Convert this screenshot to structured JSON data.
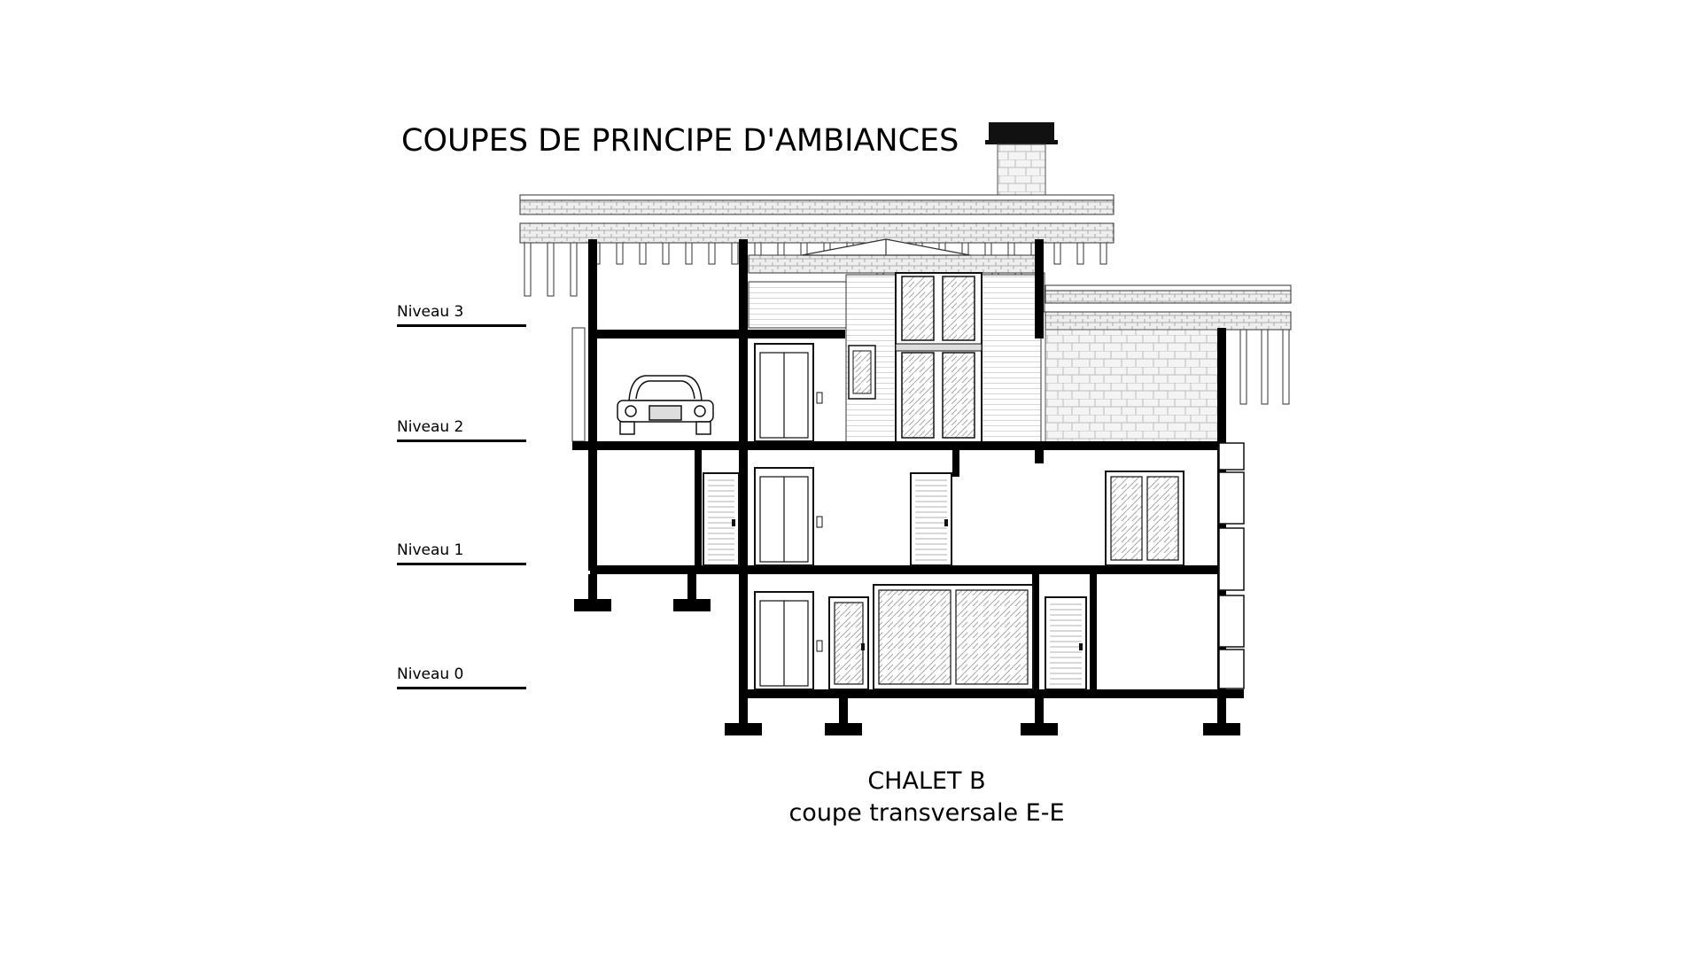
{
  "title": "COUPES DE PRINCIPE D'AMBIANCES",
  "levels": [
    "Niveau 3",
    "Niveau 2",
    "Niveau 1",
    "Niveau 0"
  ],
  "caption": {
    "line1": "CHALET B",
    "line2": "coupe transversale E-E"
  }
}
